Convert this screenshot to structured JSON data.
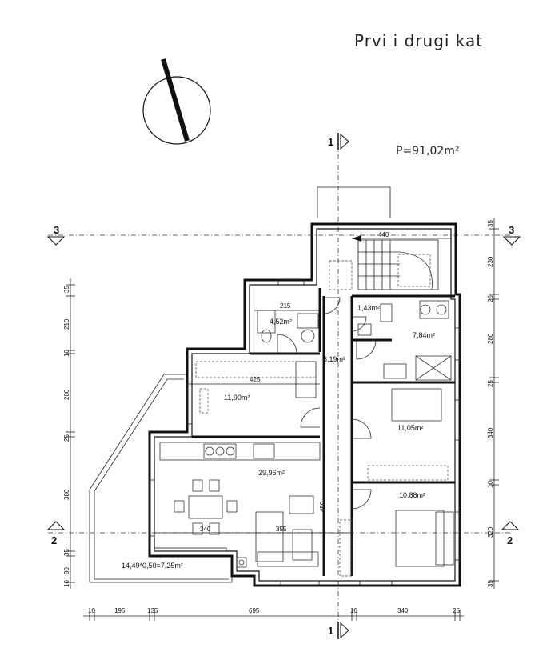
{
  "title": "Prvi i drugi kat",
  "total_area": "P=91,02m²",
  "rooms": {
    "bath_small": "4,52m²",
    "hall": "6,19m²",
    "wc": "1,43m²",
    "bathroom": "7,84m²",
    "room_top": "11,90m²",
    "bedroom_1": "11,05m²",
    "living": "29,96m²",
    "bedroom_2": "10,88m²",
    "balcony": "14,49*0,50=7,25m²"
  },
  "inner_dims": {
    "d215": "215",
    "d425": "425",
    "d440": "440",
    "d340": "340",
    "d355": "355",
    "d450": "450"
  },
  "bottom_dims": [
    "10",
    "195",
    "135",
    "695",
    "10",
    "340",
    "25"
  ],
  "left_dims": [
    "35",
    "210",
    "10",
    "280",
    "25",
    "380",
    "35",
    "80",
    "10"
  ],
  "right_dims": [
    "35",
    "230",
    "25",
    "280",
    "25",
    "340",
    "10",
    "320",
    "35"
  ],
  "axes": {
    "section_1": "1",
    "section_2": "2",
    "section_3": "3"
  }
}
